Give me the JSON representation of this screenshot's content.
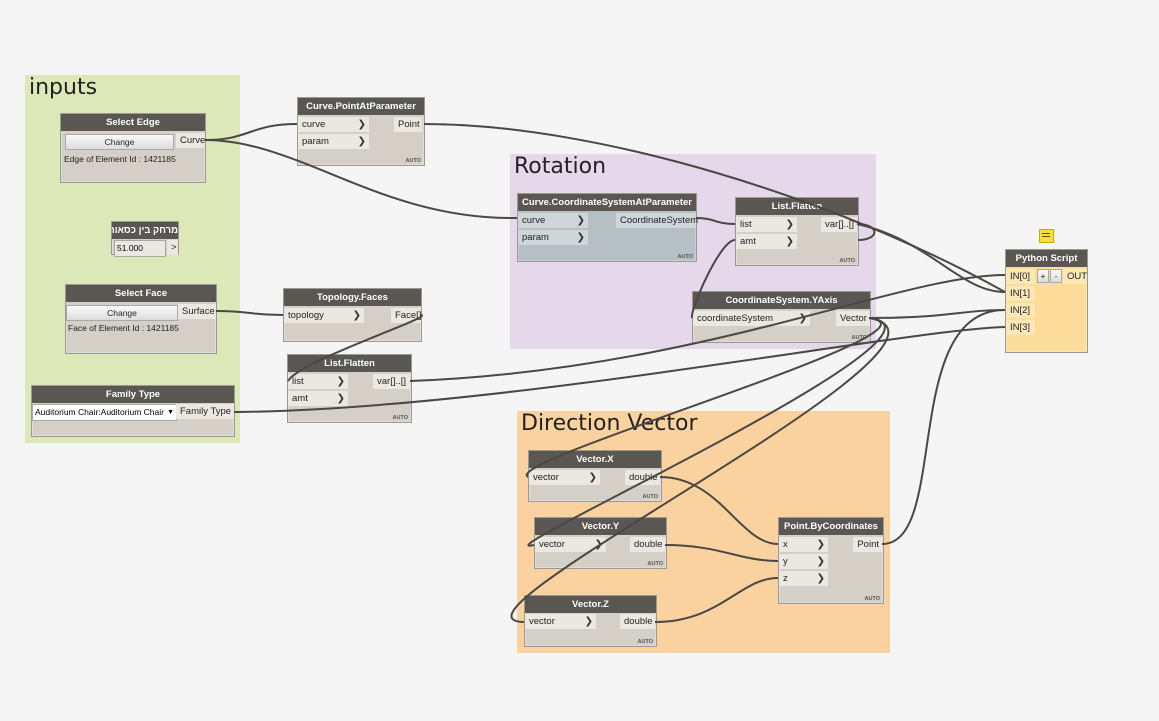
{
  "groups": {
    "inputs": {
      "title": "inputs",
      "color": "#dde8b8"
    },
    "rotation": {
      "title": "Rotation",
      "color": "#e6d8eb"
    },
    "direction": {
      "title": "Direction Vector",
      "color": "#f9d2a0"
    }
  },
  "nodes": {
    "select_edge": {
      "title": "Select Edge",
      "button": "Change",
      "output": "Curve",
      "info": "Edge of Element Id : 1421185"
    },
    "number_input": {
      "title": "מרחק בין כסאות",
      "value": "51.000",
      "output": ">"
    },
    "select_face": {
      "title": "Select Face",
      "button": "Change",
      "output": "Surface",
      "info": "Face of Element Id : 1421185"
    },
    "family_type": {
      "title": "Family Type",
      "selected": "Auditorium Chair:Auditorium Chair",
      "output": "Family Type"
    },
    "curve_point": {
      "title": "Curve.PointAtParameter",
      "inputs": [
        "curve",
        "param"
      ],
      "output": "Point",
      "lacing": "AUTO"
    },
    "topology_faces": {
      "title": "Topology.Faces",
      "inputs": [
        "topology"
      ],
      "output": "Face[]"
    },
    "list_flatten_1": {
      "title": "List.Flatten",
      "inputs": [
        "list",
        "amt"
      ],
      "output": "var[]..[]",
      "lacing": "AUTO"
    },
    "curve_cs": {
      "title": "Curve.CoordinateSystemAtParameter",
      "inputs": [
        "curve",
        "param"
      ],
      "output": "CoordinateSystem",
      "lacing": "AUTO"
    },
    "list_flatten_2": {
      "title": "List.Flatten",
      "inputs": [
        "list",
        "amt"
      ],
      "output": "var[]..[]",
      "lacing": "AUTO"
    },
    "cs_yaxis": {
      "title": "CoordinateSystem.YAxis",
      "inputs": [
        "coordinateSystem"
      ],
      "output": "Vector",
      "lacing": "AUTO"
    },
    "python_script": {
      "title": "Python Script",
      "inputs": [
        "IN[0]",
        "IN[1]",
        "IN[2]",
        "IN[3]"
      ],
      "plus": "+",
      "minus": "-",
      "output": "OUT"
    },
    "vector_x": {
      "title": "Vector.X",
      "inputs": [
        "vector"
      ],
      "output": "double",
      "lacing": "AUTO"
    },
    "vector_y": {
      "title": "Vector.Y",
      "inputs": [
        "vector"
      ],
      "output": "double",
      "lacing": "AUTO"
    },
    "vector_z": {
      "title": "Vector.Z",
      "inputs": [
        "vector"
      ],
      "output": "double",
      "lacing": "AUTO"
    },
    "point_by_coords": {
      "title": "Point.ByCoordinates",
      "inputs": [
        "x",
        "y",
        "z"
      ],
      "output": "Point",
      "lacing": "AUTO"
    }
  },
  "icons": {
    "note": "note-icon",
    "port_arrow": "chevron-right-icon",
    "dropdown": "chevron-down-icon"
  },
  "colors": {
    "wire": "#4a4745",
    "node_header": "#5a5652",
    "node_body": "#d4d0c8",
    "python_body": "#fbdc99"
  }
}
